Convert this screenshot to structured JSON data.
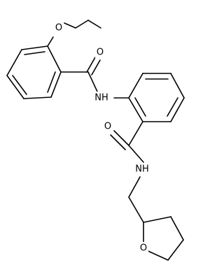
{
  "atoms": {
    "o_ether": "O",
    "o_amide_1": "O",
    "nh_amide_1": "NH",
    "o_amide_2": "O",
    "nh_amide_2": "NH",
    "o_ring": "O"
  },
  "colors": {
    "bond": "#000000",
    "label": "#000000",
    "background": "#ffffff"
  }
}
